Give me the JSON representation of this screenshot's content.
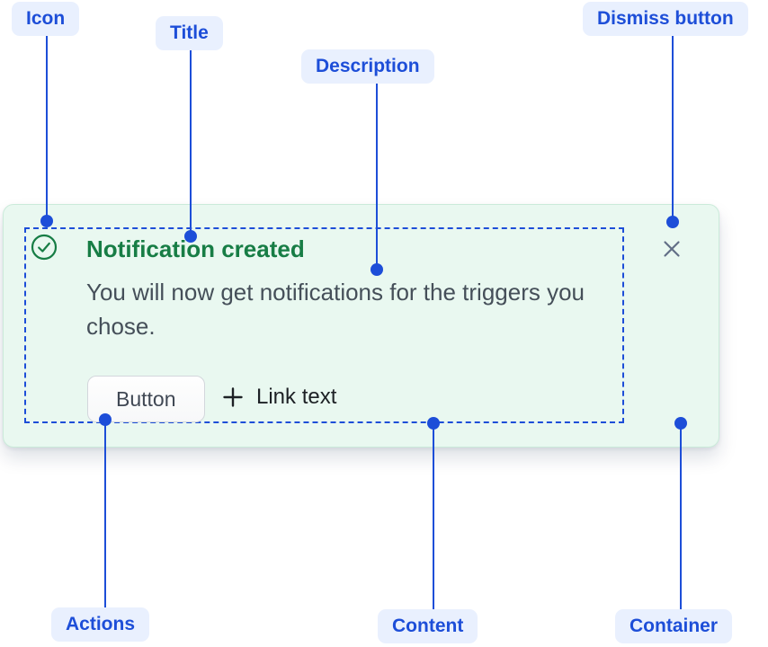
{
  "labels": {
    "icon": "Icon",
    "title": "Title",
    "description": "Description",
    "dismiss": "Dismiss button",
    "actions": "Actions",
    "content": "Content",
    "container": "Container"
  },
  "flag": {
    "title": "Notification created",
    "description": "You will now get notifications for the triggers you chose.",
    "button_label": "Button",
    "link_label": "Link text"
  },
  "icons": {
    "status": "check-circle-icon",
    "dismiss": "close-icon",
    "link_prefix": "plus-icon"
  },
  "colors": {
    "annotation_accent": "#1D4ED8",
    "annotation_pill_bg": "#E9F0FE",
    "container_bg": "#E9F8F0",
    "container_border": "#CBEBDA",
    "success_green": "#177D45",
    "body_text": "#454F59",
    "link_text": "#1D2125",
    "dismiss_gray": "#626F86",
    "button_border": "#D3D7DC"
  }
}
